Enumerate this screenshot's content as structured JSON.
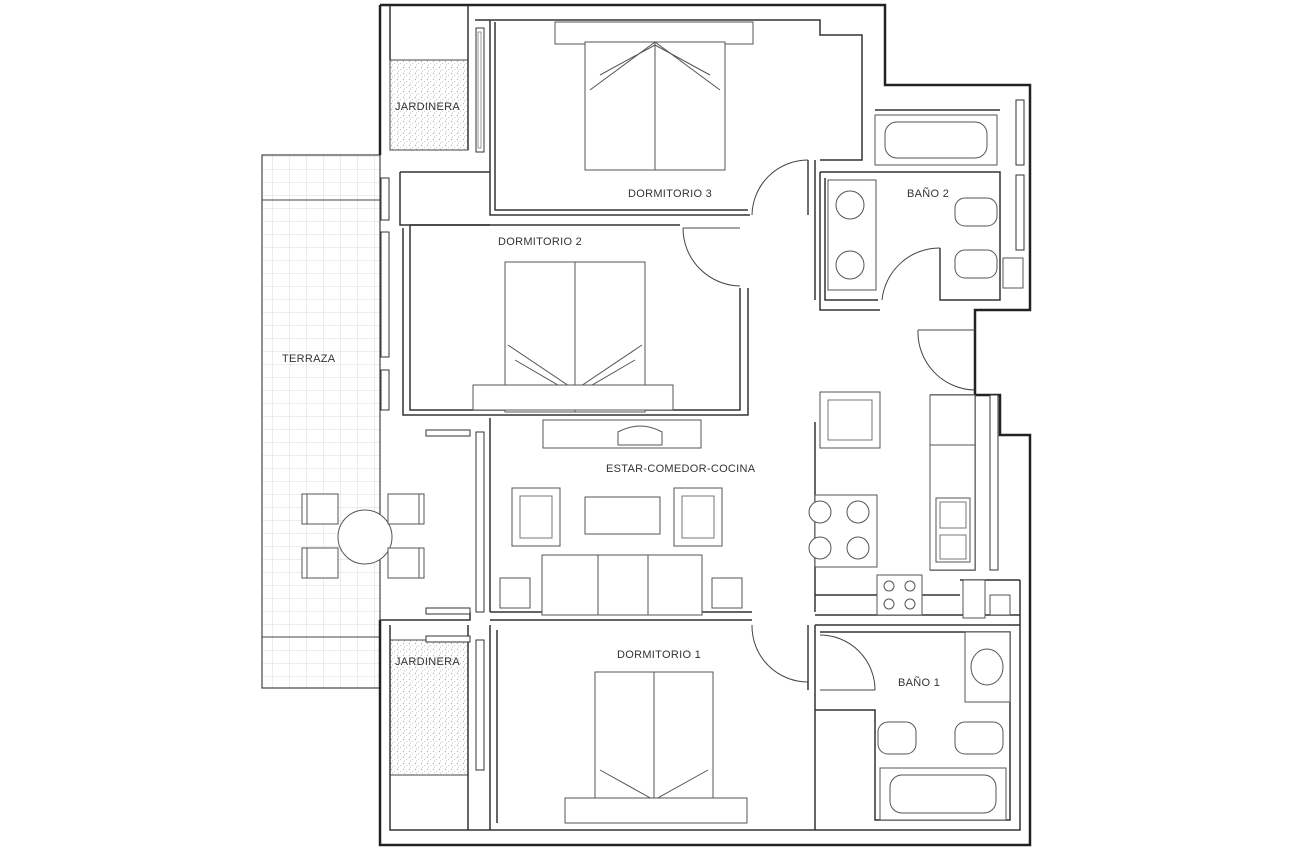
{
  "rooms": {
    "dormitorio3": "DORMITORIO 3",
    "dormitorio2": "DORMITORIO 2",
    "dormitorio1": "DORMITORIO 1",
    "bano2": "BAÑO 2",
    "bano1": "BAÑO 1",
    "estar": "ESTAR-COMEDOR-COCINA",
    "terraza": "TERRAZA",
    "jardinera_top": "JARDINERA",
    "jardinera_bottom": "JARDINERA"
  },
  "colors": {
    "wall": "#222222",
    "planter_texture": "#bdbdbd",
    "terrace_tile": "#c8c8c8",
    "background": "#ffffff"
  }
}
